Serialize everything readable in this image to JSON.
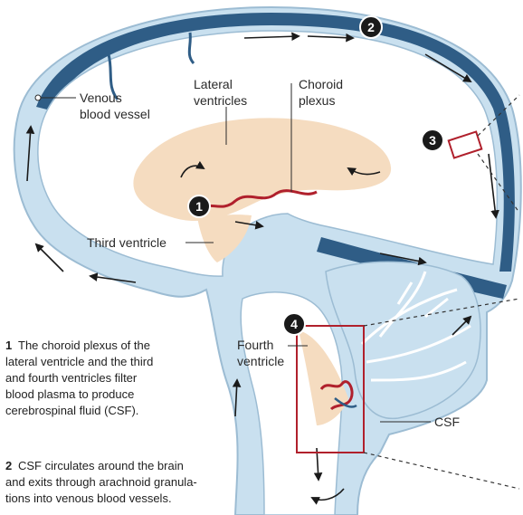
{
  "labels": {
    "venous": [
      "Venous",
      "blood vessel"
    ],
    "lateral": [
      "Lateral",
      "ventricles"
    ],
    "choroid": [
      "Choroid",
      "plexus"
    ],
    "third": "Third ventricle",
    "fourth": [
      "Fourth",
      "ventricle"
    ],
    "csf": "CSF"
  },
  "markers": [
    "1",
    "2",
    "3",
    "4"
  ],
  "captions": [
    {
      "number": "1",
      "lines": [
        "The choroid plexus of the",
        "lateral ventricle and the third",
        "and fourth ventricles filter",
        "blood plasma to produce",
        "cerebrospinal fluid (CSF)."
      ]
    },
    {
      "number": "2",
      "lines": [
        "CSF circulates around the brain",
        "and exits through arachnoid granula-",
        "tions into venous blood vessels."
      ]
    }
  ],
  "colors": {
    "csf": "#c9e0ef",
    "venous": "#2f5d86",
    "ventricle": "#f5dcc0",
    "choroid": "#b0202c",
    "marker": "#1a1a1a",
    "box": "#b0202c"
  }
}
